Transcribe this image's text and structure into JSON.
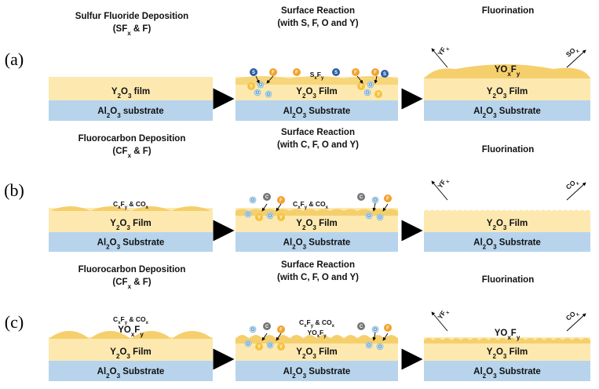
{
  "panels": [
    {
      "label": "(a)",
      "stages": [
        {
          "title": [
            "Sulfur Fluoride Deposition",
            "(SF_x & F)"
          ],
          "layers": [
            "Y_2O_3 film",
            "Al_2O_3 substrate"
          ],
          "deposit": ""
        },
        {
          "title": [
            "Surface Reaction",
            "(with S, F, O and Y)"
          ],
          "layers": [
            "Y_2O_3 Film",
            "Al_2O_3 Substrate"
          ],
          "deposit": "S_xF_y"
        },
        {
          "title": [
            "Fluorination"
          ],
          "layers": [
            "YO_xF_y",
            "Y_2O_3 Film",
            "Al_2O_3 Substrate"
          ],
          "deposit": ""
        }
      ],
      "emissions": [
        "YF_x",
        "SO_x"
      ]
    },
    {
      "label": "(b)",
      "stages": [
        {
          "title": [
            "Fluorocarbon Deposition",
            "(CF_x & F)"
          ],
          "layers": [
            "Y_2O_3 Film",
            "Al_2O_3 Substrate"
          ],
          "deposit": "C_xF_y & CO_x"
        },
        {
          "title": [
            "Surface Reaction",
            "(with C, F, O and Y)"
          ],
          "layers": [
            "Y_2O_3 Film",
            "Al_2O_3 Substrate"
          ],
          "deposit": "C_xF_y & CO_x"
        },
        {
          "title": [
            "Fluorination"
          ],
          "layers": [
            "Y_2O_3 Film",
            "Al_2O_3 Substrate"
          ],
          "deposit": ""
        }
      ],
      "emissions": [
        "YF_x",
        "CO_x"
      ]
    },
    {
      "label": "(c)",
      "stages": [
        {
          "title": [
            "Fluorocarbon Deposition",
            "(CF_x & F)"
          ],
          "layers": [
            "YO_xF_y",
            "Y_2O_3 Film",
            "Al_2O_3 Substrate"
          ],
          "deposit": "C_xF_y & CO_x"
        },
        {
          "title": [
            "Surface Reaction",
            "(with C, F, O and Y)"
          ],
          "layers": [
            "YO_xF_y",
            "Y_2O_3 Film",
            "Al_2O_3 Substrate"
          ],
          "deposit": "C_xF_y & CO_x"
        },
        {
          "title": [
            "Fluorination"
          ],
          "layers": [
            "YO_xF_y",
            "Y_2O_3 Film",
            "Al_2O_3 Substrate"
          ],
          "deposit": ""
        }
      ],
      "emissions": [
        "YF_x",
        "CO_x"
      ]
    }
  ],
  "atom_labels": {
    "sulfur": "S",
    "fluorine": "F",
    "carbon": "C",
    "oxygen": "O",
    "yttrium": "Y"
  },
  "colors": {
    "substrate": "#b7d4ec",
    "film": "#fde9b0",
    "deposit": "#f5cf6c",
    "sulfur": "#2d5fa3",
    "fluorine": "#f2a12b",
    "carbon": "#767676",
    "oxygen": "#bfe0f3",
    "yttrium": "#f6c23e",
    "arrow": "#000000"
  }
}
